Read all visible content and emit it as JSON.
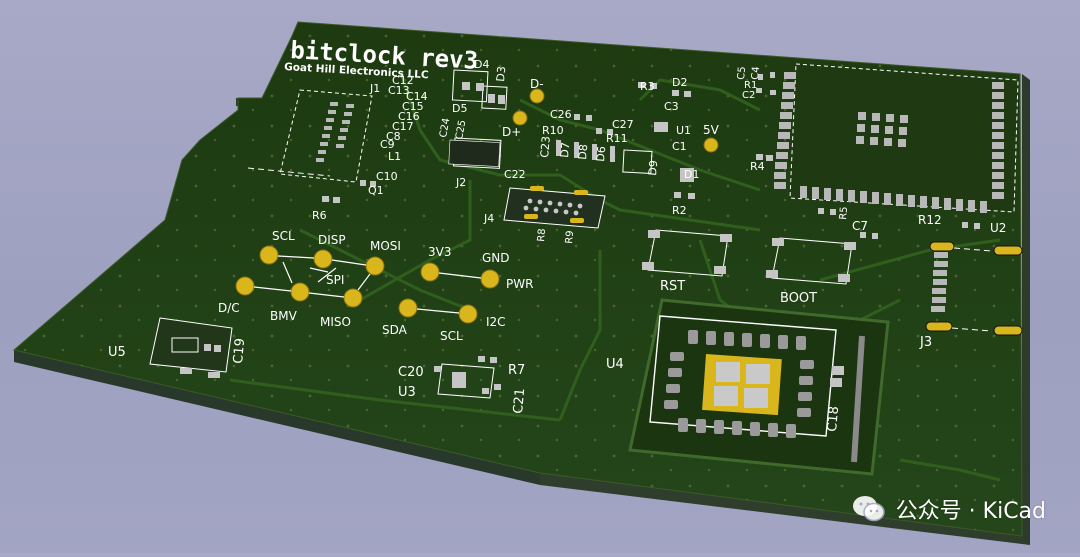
{
  "board": {
    "title": "bitclock rev3",
    "subtitle": "Goat Hill Electronics LLC"
  },
  "labels": {
    "D4": "D4",
    "D3": "D3",
    "D5": "D5",
    "Dminus": "D-",
    "Dplus": "D+",
    "R3": "R3",
    "D2": "D2",
    "C3": "C3",
    "U1": "U1",
    "V5": "5V",
    "C1": "C1",
    "C26": "C26",
    "R10": "R10",
    "C27": "C27",
    "R11": "R11",
    "C12": "C12",
    "J1": "J1",
    "C13": "C13",
    "C14": "C14",
    "C15": "C15",
    "C16": "C16",
    "C17": "C17",
    "C8": "C8",
    "C9": "C9",
    "L1": "L1",
    "C10": "C10",
    "Q1": "Q1",
    "R6": "R6",
    "C24": "C24",
    "C25": "C25",
    "J2": "J2",
    "C22": "C22",
    "C23": "C23",
    "D7": "D7",
    "D8": "D8",
    "D6": "D6",
    "D9": "D9",
    "D1": "D1",
    "R2": "R2",
    "J4": "J4",
    "R8": "R8",
    "R9": "R9",
    "C5": "C5",
    "C4": "C4",
    "R1": "R1",
    "C2": "C2",
    "R4": "R4",
    "R5": "R5",
    "C7": "C7",
    "R12": "R12",
    "U2": "U2",
    "SCL": "SCL",
    "DISP": "DISP",
    "MOSI": "MOSI",
    "SPI": "SPI",
    "DC": "D/C",
    "BMV": "BMV",
    "MISO": "MISO",
    "V3V3": "3V3",
    "GND": "GND",
    "PWR": "PWR",
    "SDA": "SDA",
    "SCL2": "SCL",
    "I2C": "I2C",
    "RST": "RST",
    "BOOT": "BOOT",
    "J3": "J3",
    "U4": "U4",
    "C18": "C18",
    "U5": "U5",
    "C19": "C19",
    "C20": "C20",
    "R7": "R7",
    "U3": "U3",
    "C21": "C21"
  },
  "watermark": {
    "text": "公众号 · KiCad",
    "icon": "wechat-icon"
  },
  "colors": {
    "board_top": "#1f3d12",
    "board_edge": "#2a3a26",
    "copper_trace": "#2f5a1e",
    "pad_gold": "#d9b71c",
    "pad_silver": "#b8b8b8",
    "silk": "#ffffff",
    "background": "#a7a9c6"
  }
}
